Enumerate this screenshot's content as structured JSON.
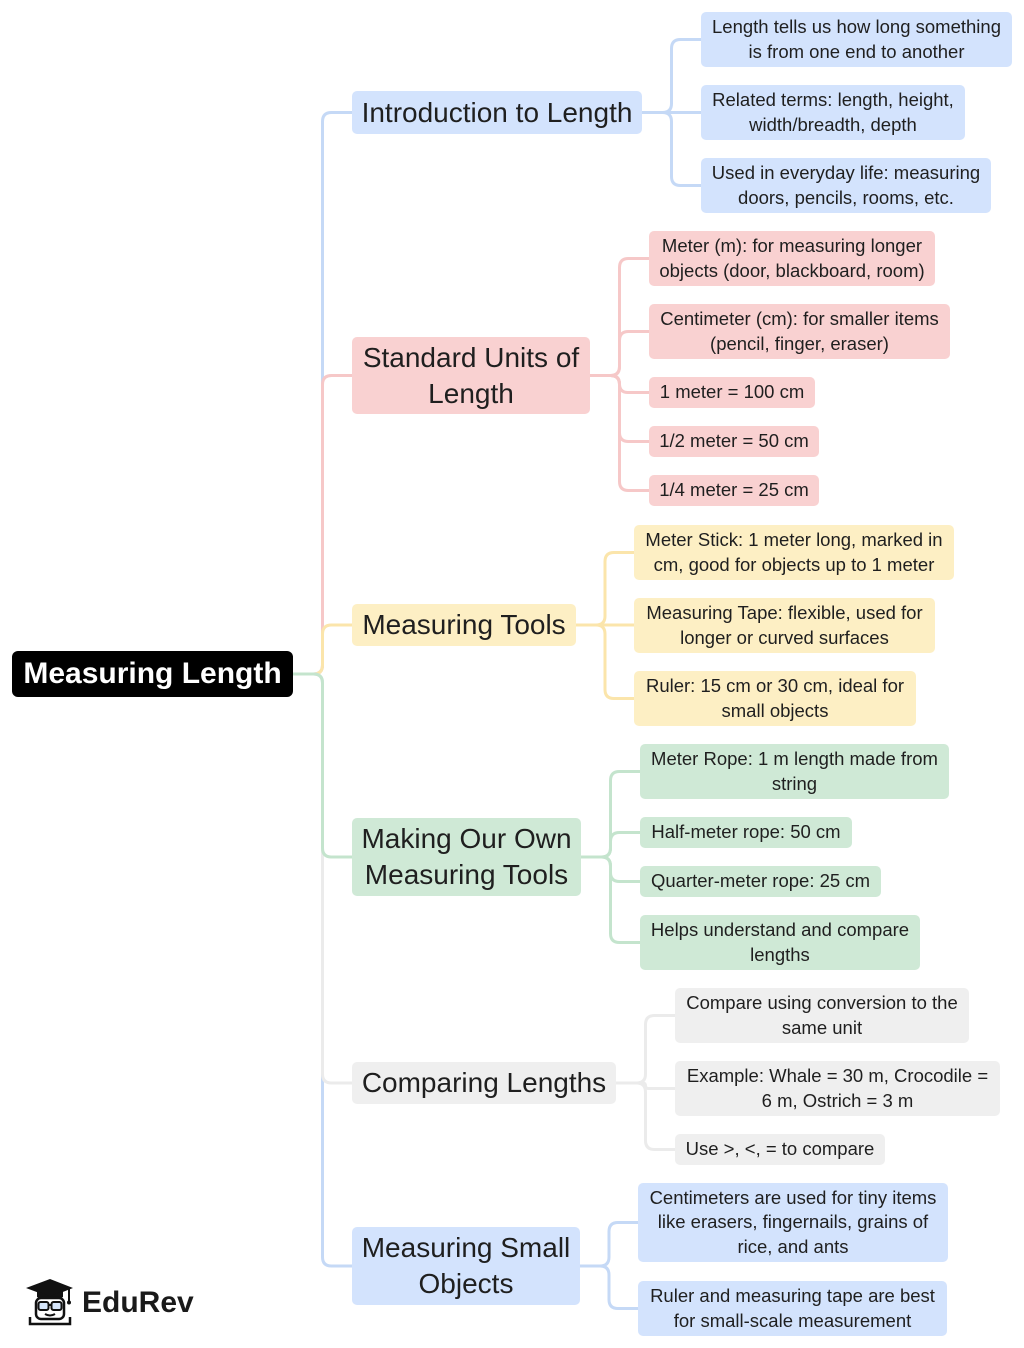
{
  "root": {
    "label": "Measuring Length",
    "fill": "#000000",
    "text_color": "#ffffff"
  },
  "branches": [
    {
      "label": "Introduction to Length",
      "fill": "#d3e3fd",
      "line": "#c5d9f6",
      "children": [
        "Length tells us how long something\nis from one end to another",
        "Related terms: length, height,\nwidth/breadth, depth",
        "Used in everyday life: measuring\ndoors, pencils, rooms, etc."
      ]
    },
    {
      "label": "Standard Units of\nLength",
      "fill": "#f9d1d1",
      "line": "#f6c8c8",
      "children": [
        "Meter (m): for measuring longer\nobjects (door, blackboard, room)",
        "Centimeter (cm): for smaller items\n(pencil, finger, eraser)",
        "1 meter = 100 cm",
        "1/2 meter = 50 cm",
        "1/4 meter = 25 cm"
      ]
    },
    {
      "label": "Measuring Tools",
      "fill": "#fdefc4",
      "line": "#fbe5ab",
      "children": [
        "Meter Stick: 1 meter long, marked in\ncm, good for objects up to 1 meter",
        "Measuring Tape: flexible, used for\nlonger or curved surfaces",
        "Ruler: 15 cm or 30 cm, ideal for\nsmall objects"
      ]
    },
    {
      "label": "Making Our Own\nMeasuring Tools",
      "fill": "#cfe9d6",
      "line": "#c4e4cd",
      "children": [
        "Meter Rope: 1 m length made from\nstring",
        "Half-meter rope: 50 cm",
        "Quarter-meter rope: 25 cm",
        "Helps understand and compare\nlengths"
      ]
    },
    {
      "label": "Comparing Lengths",
      "fill": "#efefef",
      "line": "#ebebeb",
      "children": [
        "Compare using conversion to the\nsame unit",
        "Example: Whale = 30 m, Crocodile =\n6 m, Ostrich = 3 m",
        "Use >, <, = to compare"
      ]
    },
    {
      "label": "Measuring Small\nObjects",
      "fill": "#d3e3fd",
      "line": "#c5d9f6",
      "children": [
        "Centimeters are used for tiny items\nlike erasers, fingernails, grains of\nrice, and ants",
        "Ruler and measuring tape are best\nfor small-scale measurement"
      ]
    }
  ],
  "logo": {
    "text": "EduRev",
    "icon": "edurev-graduate-icon"
  },
  "text_color": "#1f1f1f"
}
